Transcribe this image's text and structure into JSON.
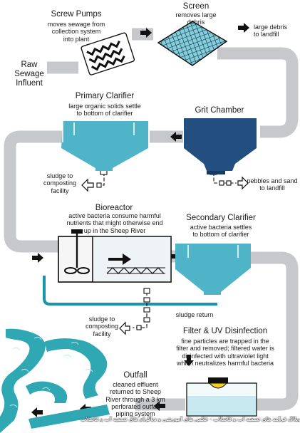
{
  "labels": {
    "screw_pumps_title": "Screw Pumps",
    "screw_pumps_desc": [
      "moves sewage from",
      "collection system",
      "into plant"
    ],
    "screen_title": "Screen",
    "screen_desc": [
      "removes large",
      "debris"
    ],
    "large_debris": [
      "large debris",
      "to landfill"
    ],
    "raw_sewage": [
      "Raw",
      "Sewage",
      "Influent"
    ],
    "primary_title": "Primary Clarifier",
    "primary_desc": [
      "large organic solids settle",
      "to bottom of clarifier"
    ],
    "grit_title": "Grit Chamber",
    "sludge_composting_1": [
      "sludge to",
      "composting",
      "facility"
    ],
    "pebbles_sand": [
      "pebbles and sand",
      "to landfill"
    ],
    "bioreactor_title": "Bioreactor",
    "bioreactor_desc": [
      "active bacteria consume harmful",
      "nutrients that might otherwise end",
      "up in the Sheep River"
    ],
    "secondary_title": "Secondary Clarifier",
    "secondary_desc": [
      "active bacteria settles",
      "to bottom of clarifier"
    ],
    "sludge_return": "sludge return",
    "sludge_composting_2": [
      "sludge to",
      "composting",
      "facility"
    ],
    "filter_title": "Filter & UV Disinfection",
    "filter_desc": [
      "fine particles are trapped in the",
      "filter and removed; filtered water is",
      "disinfected with ultraviolet light",
      "which neutralizes harmful bacteria"
    ],
    "outfall_title": "Outfall",
    "outfall_desc": [
      "cleaned effluent",
      "returned to Sheep",
      "River through a 3 km",
      "perforated outfall",
      "piping system"
    ]
  },
  "watermark": "وبلاگ فرآیند های تصفیه آب و فاضلاب - عکس های آموزشی و دیاگرام های تصفیه آب و فاضلاب",
  "colors": {
    "pipe": "#c6c8cb",
    "clarifier": "#4fb4c8",
    "clarifier_dark": "#2e9fb6",
    "grit": "#224f7f",
    "grit_dark": "#163a61",
    "river": "#2fa8b4",
    "return_line": "#1795a9",
    "screen_fill": "#7fcfe0"
  },
  "icons": [
    "screw-pump-icon",
    "screen-icon",
    "arrow-icon",
    "uv-lamp-icon",
    "mixer-icon",
    "river-icon"
  ]
}
